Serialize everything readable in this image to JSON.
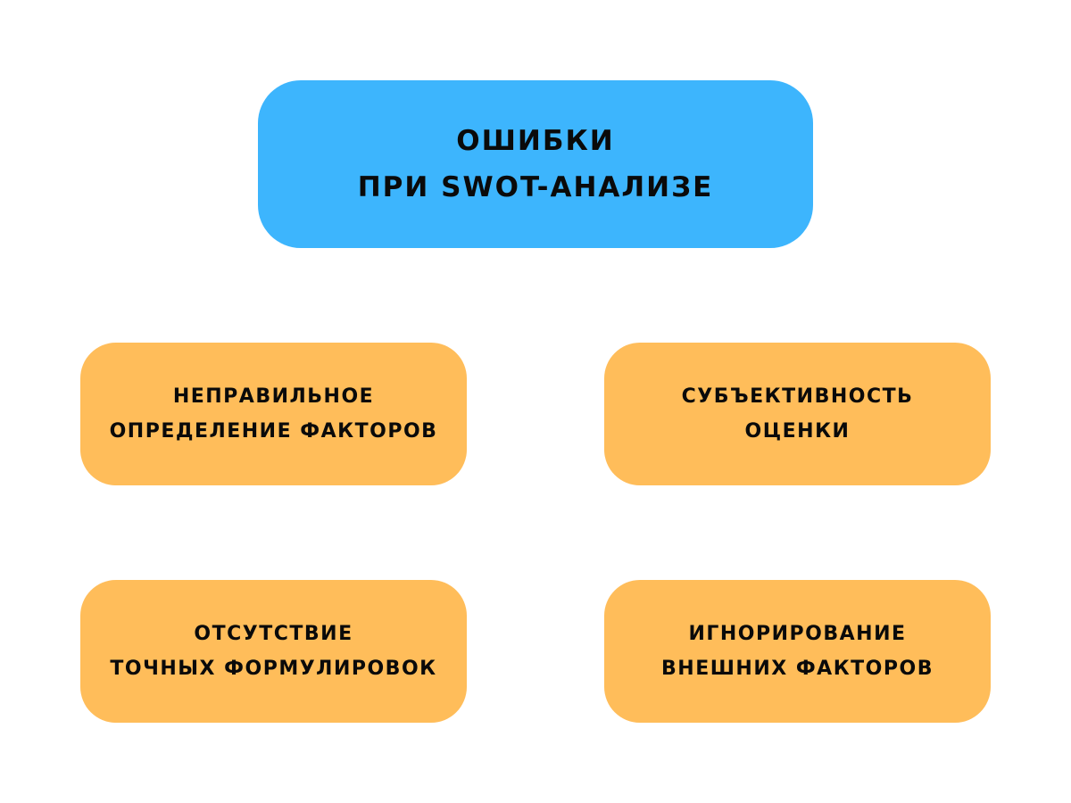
{
  "diagram": {
    "root": {
      "lines": [
        "Ошибки",
        "при SWOT-анализе"
      ],
      "color": "#3db5fd"
    },
    "children": [
      {
        "lines": [
          "Неправильное",
          "определение факторов"
        ],
        "color": "#ffbd5a"
      },
      {
        "lines": [
          "Субъективность",
          "оценки"
        ],
        "color": "#ffbd5a"
      },
      {
        "lines": [
          "Отсутствие",
          "точных формулировок"
        ],
        "color": "#ffbd5a"
      },
      {
        "lines": [
          "Игнорирование",
          "внешних факторов"
        ],
        "color": "#ffbd5a"
      }
    ],
    "text_color": "#0a0a0a",
    "background": "#ffffff"
  }
}
